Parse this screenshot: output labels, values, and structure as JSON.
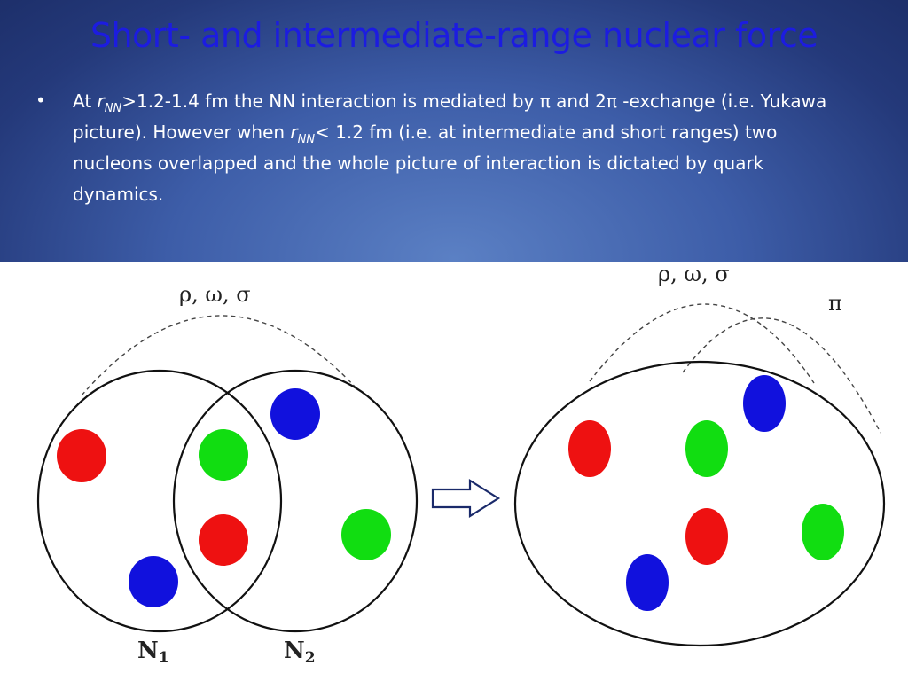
{
  "slide": {
    "title": "Short- and intermediate-range nuclear force",
    "bullet": {
      "marker": "•",
      "t1": "At ",
      "r1": "r",
      "sub1": "NN",
      "t2": ">1.2-1.4 fm the NN interaction is mediated by π and 2π -exchange (i.e. Yukawa picture). However when ",
      "r2": "r",
      "sub2": "NN",
      "t3": "< 1.2 fm (i.e. at intermediate and short ranges) two nucleons overlapped and the whole picture of interaction is dictated by quark dynamics."
    }
  },
  "diagram": {
    "left": {
      "meson_label": "ρ, ω, σ",
      "n1_label": "N",
      "n1_sub": "1",
      "n2_label": "N",
      "n2_sub": "2"
    },
    "right": {
      "meson_label": "ρ, ω, σ",
      "pion_label": "π"
    },
    "colors": {
      "red": "#ee1111",
      "green": "#11dd11",
      "blue": "#1111dd"
    }
  }
}
